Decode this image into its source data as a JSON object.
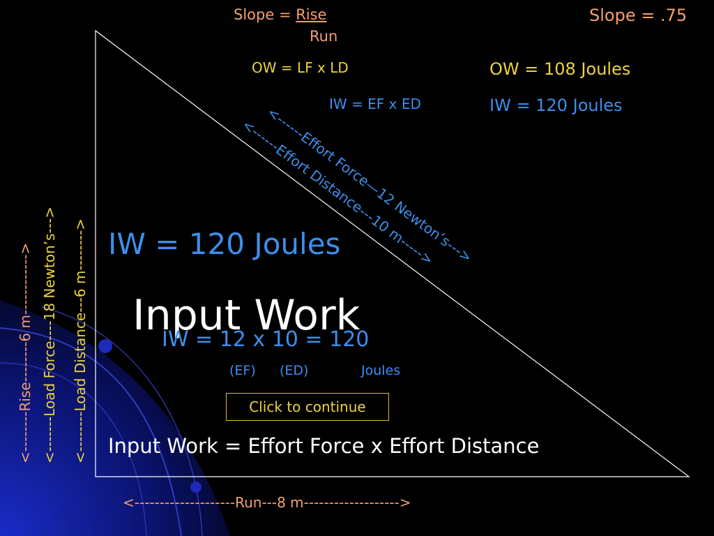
{
  "slide": {
    "slope_label": "Slope = ",
    "slope_rise": "Rise",
    "slope_run": "Run",
    "slope_value": "Slope = .75",
    "ow_formula": "OW = LF x LD",
    "ow_result": "OW = 108 Joules",
    "iw_formula": "IW = EF x ED",
    "iw_result": "IW = 120 Joules",
    "diag_force": "<------Effort Force—12 Newton’s--->",
    "diag_distance": "<------Effort Distance---10 m----->",
    "iw_big": "IW = 120 Joules",
    "title": "Input Work",
    "iw_calc": "IW = 12 x 10 = 120",
    "ef_label": "(EF)",
    "ed_label": "(ED)",
    "joules_label": "Joules",
    "continue_label": "Click to continue",
    "definition": "Input Work = Effort Force x Effort Distance",
    "rise_label": "<--------Rise--------6 m------------>",
    "load_force_label": "<-------Load Force----18 Newton’s--->",
    "load_distance_label": "<--------Load Distance---6 m-------->",
    "run_label": "<--------------------Run---8 m------------------->"
  },
  "colors": {
    "orange": "#f3a070",
    "yellow": "#ecd43c",
    "blue": "#3c8fec",
    "white": "#ffffff",
    "background": "#000000"
  }
}
